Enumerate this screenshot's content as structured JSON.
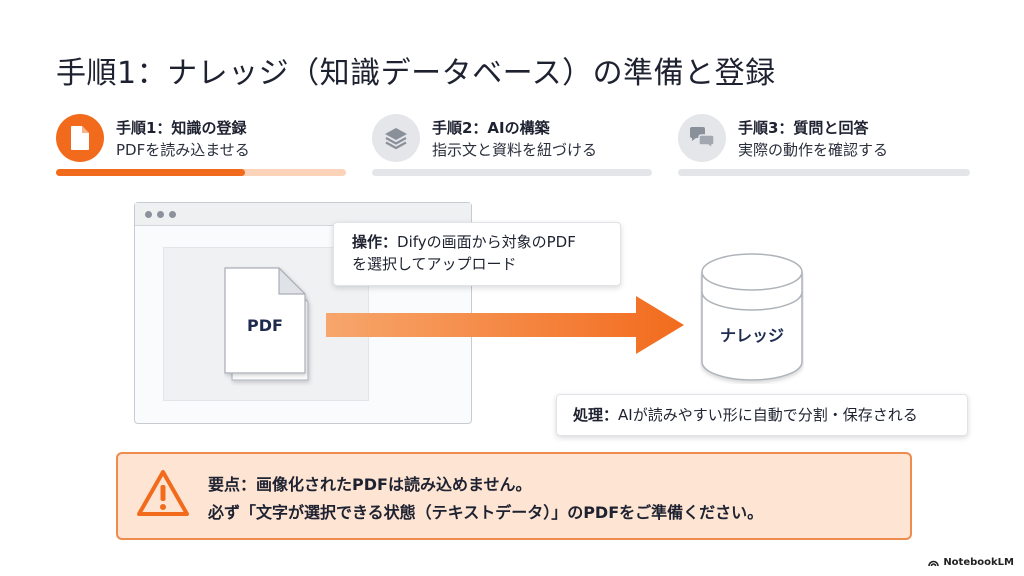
{
  "title": "手順1：ナレッジ（知識データベース）の準備と登録",
  "steps": [
    {
      "title": "手順1：知識の登録",
      "subtitle": "PDFを読み込ませる",
      "icon": "document-icon",
      "active": true,
      "progress": 0.65
    },
    {
      "title": "手順2：AIの構築",
      "subtitle": "指示文と資料を紐づける",
      "icon": "layers-icon",
      "active": false,
      "progress": 0
    },
    {
      "title": "手順3：質問と回答",
      "subtitle": "実際の動作を確認する",
      "icon": "chat-bubbles-icon",
      "active": false,
      "progress": 0
    }
  ],
  "diagram": {
    "pdf_label": "PDF",
    "operation": {
      "label": "操作：",
      "line1": "Difyの画面から対象のPDF",
      "line2": "を選択してアップロード"
    },
    "knowledge_label": "ナレッジ",
    "process": {
      "label": "処理：",
      "text": "AIが読みやすい形に自動で分割・保存される"
    }
  },
  "warning": {
    "line1": "要点：画像化されたPDFは読み込めません。",
    "line2": "必ず「文字が選択できる状態（テキストデータ）」のPDFをご準備ください。"
  },
  "brand": "NotebookLM",
  "colors": {
    "accent": "#f26b1d",
    "accent_light": "#fbd3b8",
    "inactive": "#e3e5e9",
    "warning_bg": "#fde4d3",
    "warning_border": "#ee8b4e",
    "icon_gray": "#8a9099"
  }
}
